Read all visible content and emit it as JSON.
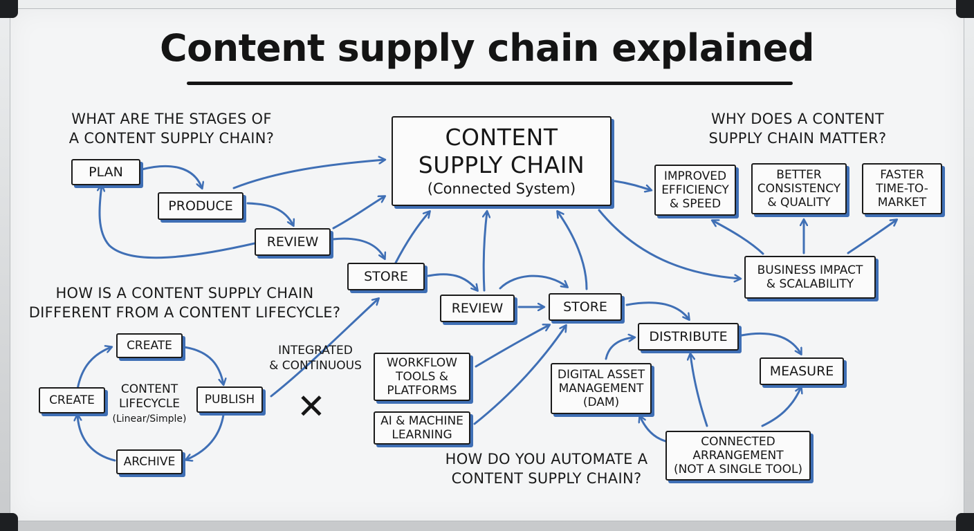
{
  "title": "Content supply chain explained",
  "questions": {
    "stages": "WHAT ARE THE STAGES OF\nA CONTENT SUPPLY CHAIN?",
    "matter": "WHY DOES A CONTENT\nSUPPLY CHAIN MATTER?",
    "different": "HOW IS A CONTENT SUPPLY CHAIN\nDIFFERENT FROM A CONTENT LIFECYCLE?",
    "automate": "HOW DO YOU AUTOMATE A\nCONTENT SUPPLY CHAIN?"
  },
  "center": {
    "line1": "CONTENT",
    "line2": "SUPPLY CHAIN",
    "sub": "(Connected System)"
  },
  "stages": {
    "plan": "PLAN",
    "produce": "PRODUCE",
    "review": "REVIEW",
    "store": "STORE"
  },
  "flow": {
    "review": "REVIEW",
    "store": "STORE",
    "distribute": "DISTRIBUTE",
    "measure": "MEASURE"
  },
  "benefits": {
    "efficiency": "IMPROVED\nEFFICIENCY\n& SPEED",
    "consistency": "BETTER\nCONSISTENCY\n& QUALITY",
    "faster": "FASTER\nTIME-TO-\nMARKET",
    "impact": "BUSINESS IMPACT\n& SCALABILITY"
  },
  "lifecycle": {
    "create_top": "CREATE",
    "create_left": "CREATE",
    "publish": "PUBLISH",
    "archive": "ARCHIVE",
    "label": "CONTENT\nLIFECYCLE",
    "sublabel": "(Linear/Simple)",
    "integrated": "INTEGRATED\n& CONTINUOUS",
    "cross": "✕"
  },
  "automation": {
    "workflow": "WORKFLOW\nTOOLS &\nPLATFORMS",
    "ai": "AI & MACHINE\nLEARNING",
    "dam": "DIGITAL ASSET\nMANAGEMENT\n(DAM)",
    "connected": "CONNECTED\nARRANGEMENT\n(NOT A SINGLE TOOL)"
  },
  "colors": {
    "ink": "#1a1a1a",
    "marker_blue": "#3f6fb5",
    "board": "#f4f5f6"
  }
}
